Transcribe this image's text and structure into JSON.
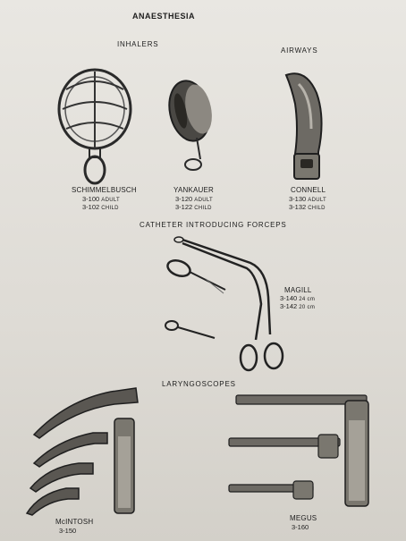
{
  "page": {
    "title": "ANAESTHESIA",
    "sections": {
      "inhalers": "INHALERS",
      "airways": "AIRWAYS",
      "forceps": "CATHETER INTRODUCING FORCEPS",
      "laryngoscopes": "LARYNGOSCOPES"
    }
  },
  "items": {
    "schimmelbusch": {
      "name": "SCHIMMELBUSCH",
      "codes": [
        {
          "code": "3-100",
          "label": "ADULT"
        },
        {
          "code": "3-102",
          "label": "CHILD"
        }
      ]
    },
    "yankauer": {
      "name": "YANKAUER",
      "codes": [
        {
          "code": "3-120",
          "label": "ADULT"
        },
        {
          "code": "3-122",
          "label": "CHILD"
        }
      ]
    },
    "connell": {
      "name": "CONNELL",
      "codes": [
        {
          "code": "3-130",
          "label": "ADULT"
        },
        {
          "code": "3-132",
          "label": "CHILD"
        }
      ]
    },
    "magill": {
      "name": "MAGILL",
      "codes": [
        {
          "code": "3-140",
          "label": "24 cm"
        },
        {
          "code": "3-142",
          "label": "20 cm"
        }
      ]
    },
    "mcintosh": {
      "name": "McINTOSH",
      "code": "3-150"
    },
    "megus": {
      "name": "MEGUS",
      "code": "3-160"
    }
  },
  "colors": {
    "ink": "#1d1d1d",
    "paper": "#e6e3de",
    "metal": "#555555"
  }
}
